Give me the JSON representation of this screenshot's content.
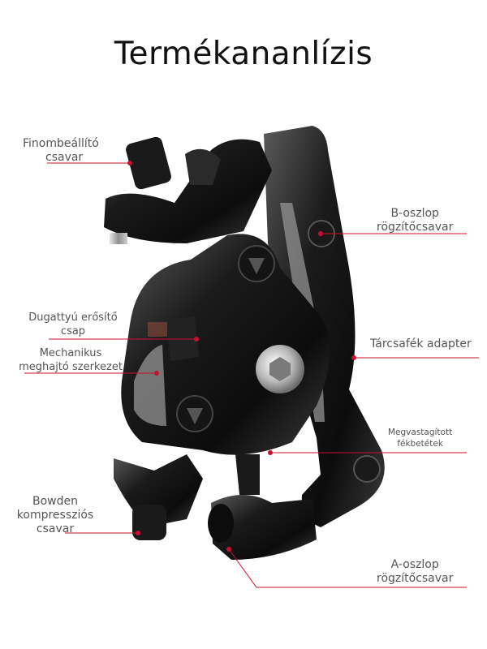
{
  "title": "Termékananlízis",
  "accent_color": "#c8102e",
  "labels": {
    "finombeallito": [
      "Finombeállító",
      "csavar"
    ],
    "b_oszlop": [
      "B-oszlop",
      "rögzítőcsavar"
    ],
    "dugattyu": [
      "Dugattyú erősítő",
      "csap"
    ],
    "mechanikus": [
      "Mechanikus",
      "meghajtó szerkezet"
    ],
    "tarcsafek": [
      "Tárcsafék adapter"
    ],
    "fekbetetek": [
      "Megvastagított",
      "fékbetétek"
    ],
    "bowden": [
      "Bowden",
      "kompressziós",
      "csavar"
    ],
    "a_oszlop": [
      "A-oszlop",
      "rögzítőcsavar"
    ]
  }
}
